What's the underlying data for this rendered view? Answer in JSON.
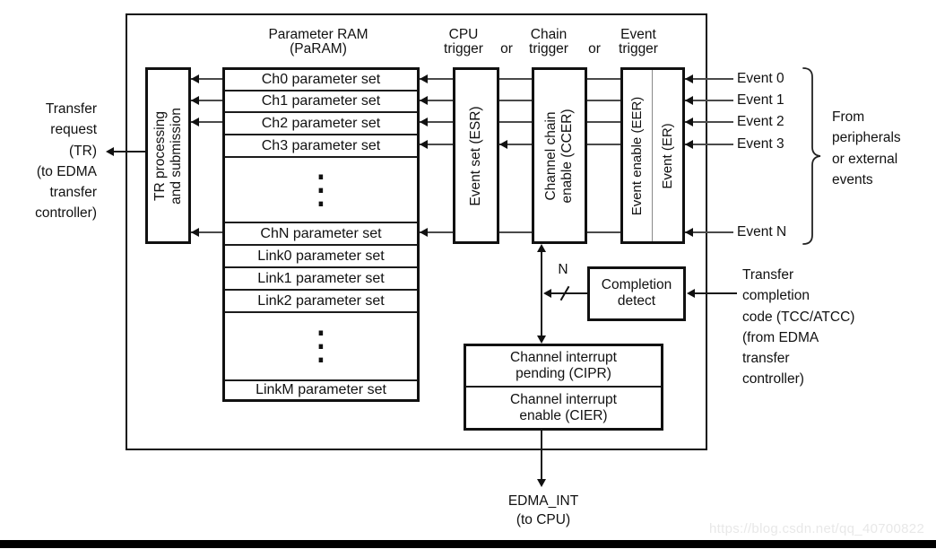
{
  "diagram": {
    "headers": {
      "param_ram": [
        "Parameter RAM",
        "(PaRAM)"
      ],
      "cpu_trigger": [
        "CPU",
        "trigger"
      ],
      "or_1": "or",
      "chain_trigger": [
        "Chain",
        "trigger"
      ],
      "or_2": "or",
      "event_trigger": [
        "Event",
        "trigger"
      ]
    },
    "tr_processing": [
      "TR processing",
      "and submission"
    ],
    "param_ram": {
      "rows": [
        "Ch0 parameter set",
        "Ch1 parameter set",
        "Ch2 parameter set",
        "Ch3 parameter set",
        "ChN parameter set",
        "Link0 parameter set",
        "Link1 parameter set",
        "Link2 parameter set",
        "LinkM parameter set"
      ],
      "ellipsis": "⋮"
    },
    "registers": {
      "esr": "Event set (ESR)",
      "ccer": [
        "Channel chain",
        "enable (CCER)"
      ],
      "eer": "Event enable (EER)",
      "er": "Event (ER)"
    },
    "completion_detect": [
      "Completion",
      "detect"
    ],
    "bus_width": "N",
    "interrupts": {
      "cipr": [
        "Channel interrupt",
        "pending (CIPR)"
      ],
      "cier": [
        "Channel interrupt",
        "enable (CIER)"
      ]
    },
    "events": {
      "inputs": [
        "Event 0",
        "Event 1",
        "Event 2",
        "Event 3",
        "Event N"
      ],
      "source_note": [
        "From",
        "peripherals",
        "or external",
        "events"
      ]
    },
    "transfer_request_note": [
      "Transfer",
      "request",
      "(TR)",
      "(to EDMA",
      "transfer",
      "controller)"
    ],
    "tcc_note": [
      "Transfer",
      "completion",
      "code (TCC/ATCC)",
      "(from EDMA",
      "transfer",
      "controller)"
    ],
    "edma_int_note": [
      "EDMA_INT",
      "(to CPU)"
    ]
  },
  "watermark": "https://blog.csdn.net/qq_40700822",
  "colors": {
    "border": "#111111",
    "connector_line": "#4a4a4a",
    "background": "#ffffff",
    "watermark_text": "#e8e8e8",
    "bottom_bar": "#000000"
  }
}
